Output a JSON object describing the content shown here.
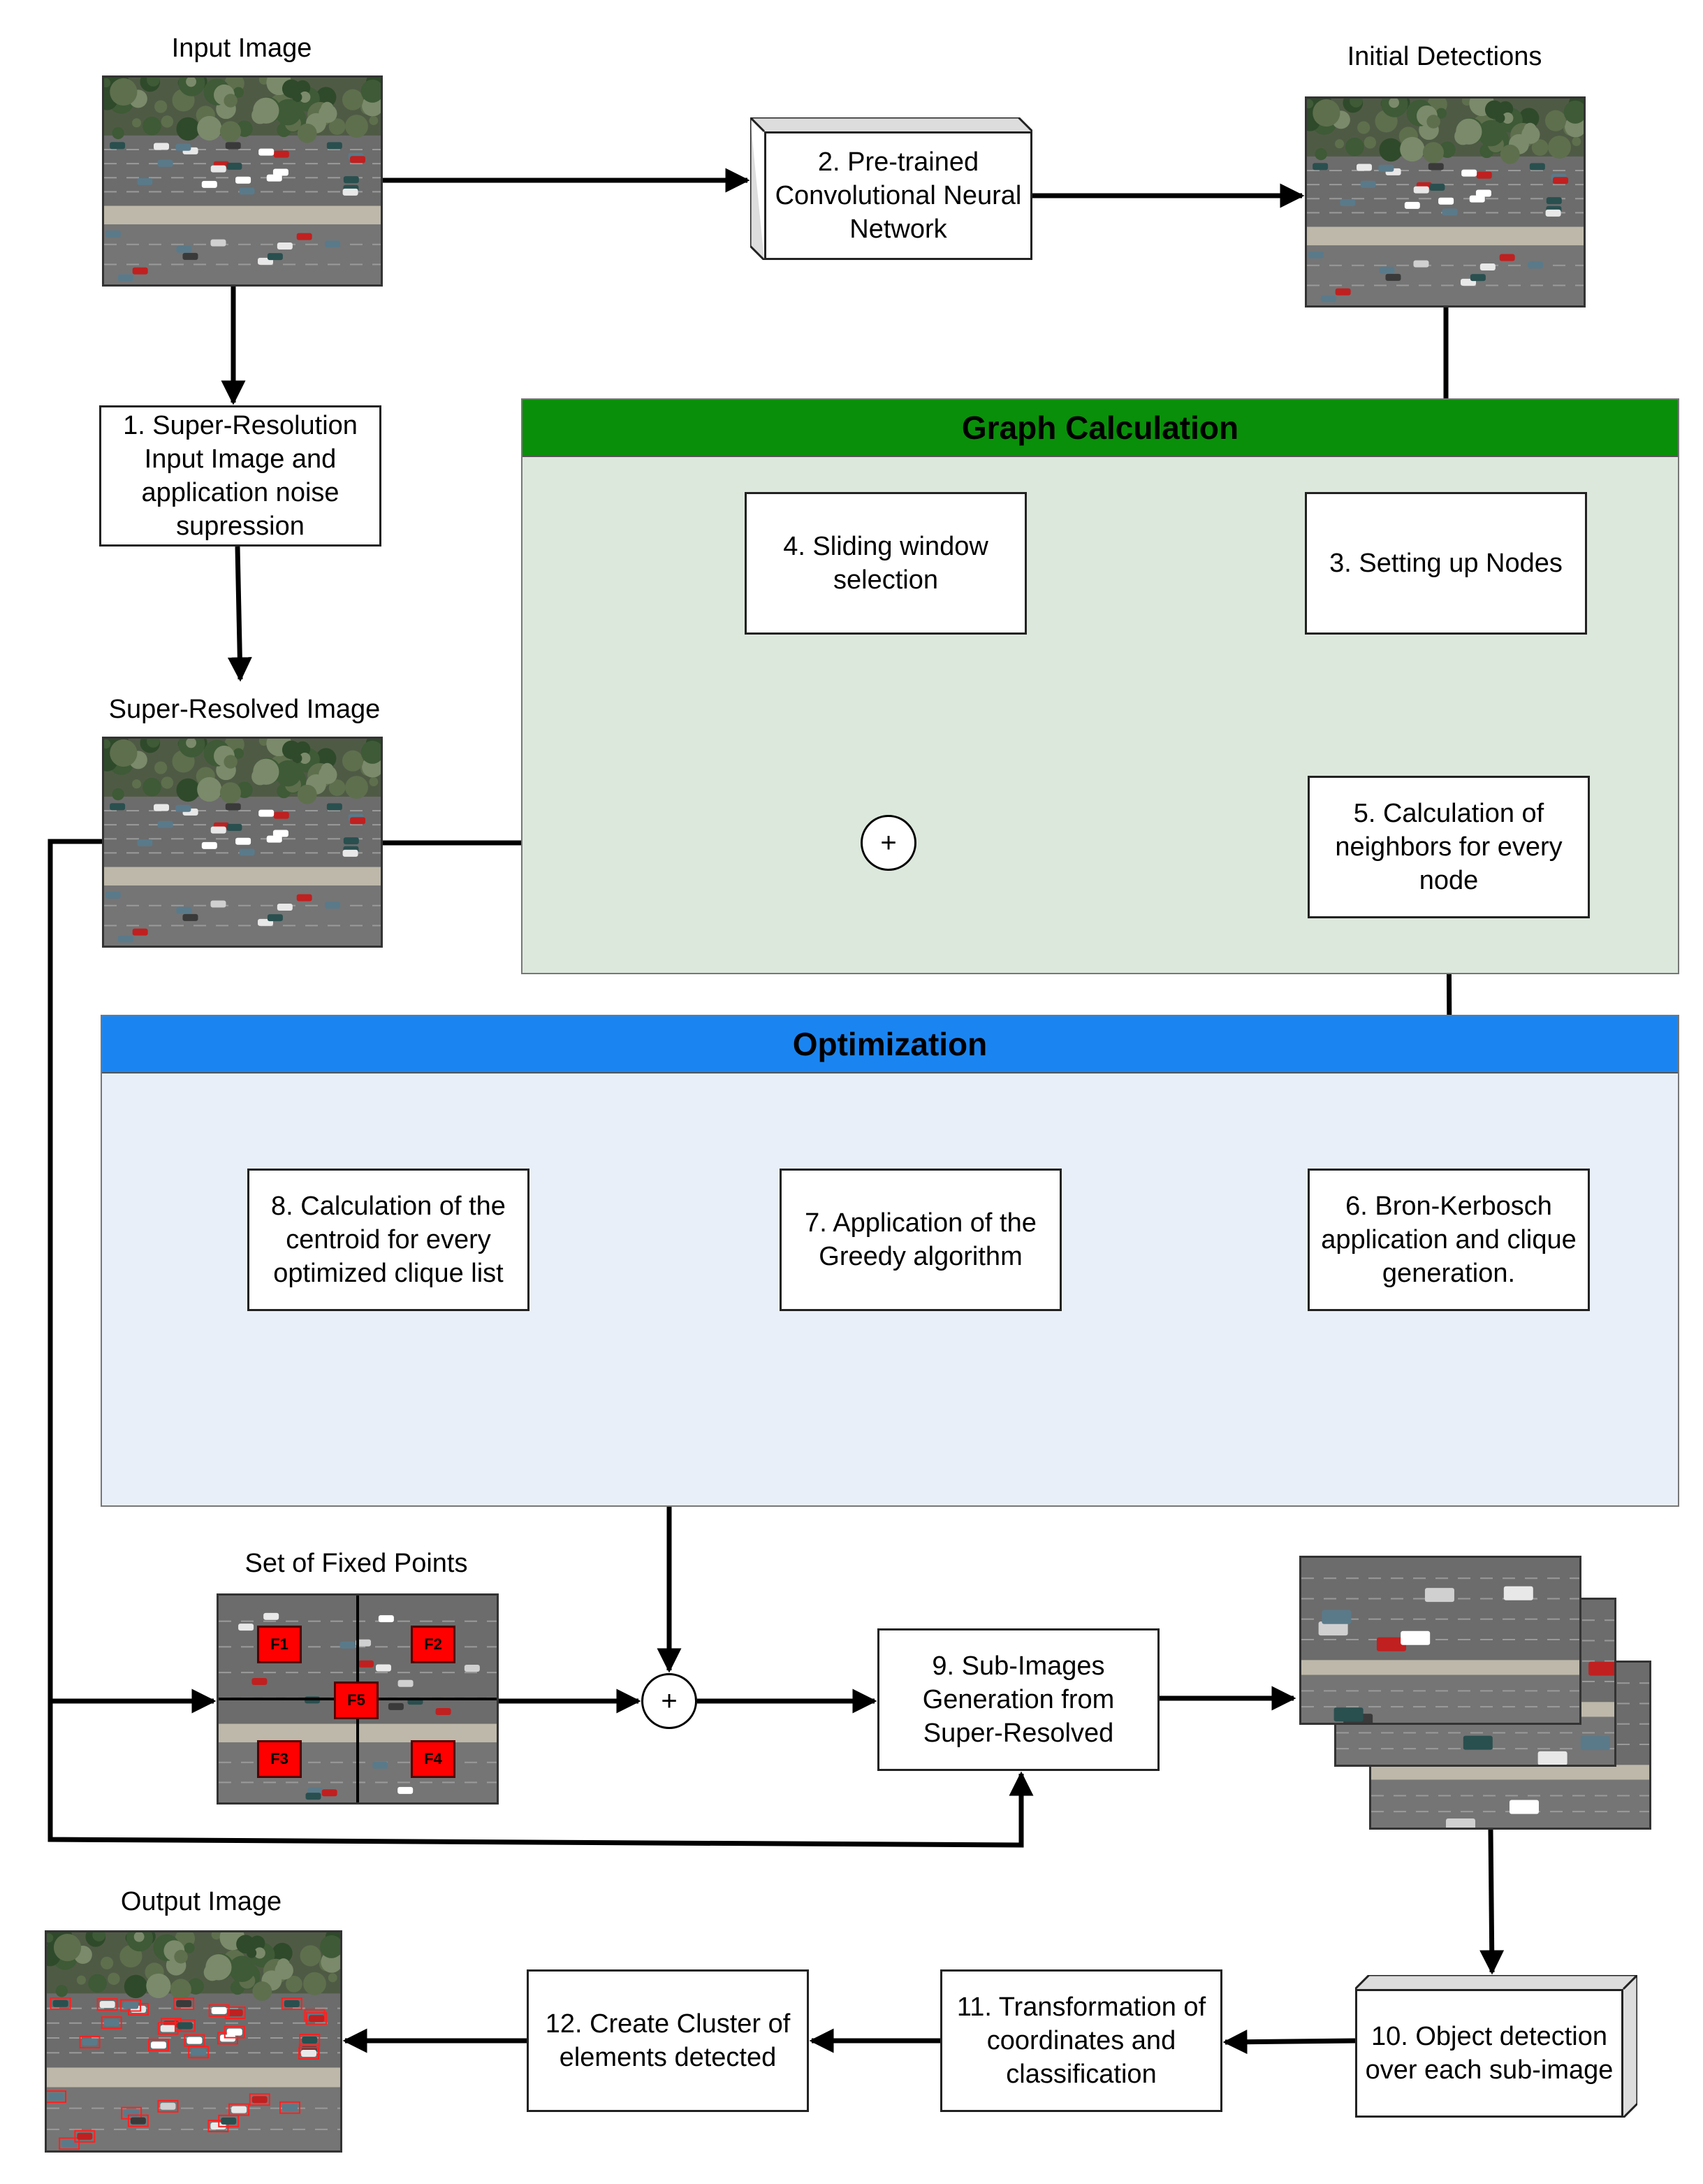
{
  "captions": {
    "input_image": "Input Image",
    "initial_detections": "Initial Detections",
    "super_resolved_image": "Super-Resolved Image",
    "set_of_fixed_points": "Set of Fixed Points",
    "output_image": "Output Image"
  },
  "panels": {
    "graph": {
      "title": "Graph Calculation",
      "header_color": "#0a8f0a",
      "body_color": "#dce8dc"
    },
    "optimization": {
      "title": "Optimization",
      "header_color": "#1a85f0",
      "body_color": "#e9eff9"
    }
  },
  "steps": {
    "s1": [
      "1. Super-Resolution",
      "Input Image and",
      "application noise",
      "supression"
    ],
    "s2": [
      "2. Pre-trained",
      "Convolutional Neural",
      "Network"
    ],
    "s3": [
      "3. Setting up Nodes"
    ],
    "s4": [
      "4. Sliding window",
      "selection"
    ],
    "s5": [
      "5. Calculation of",
      "neighbors for every",
      "node"
    ],
    "s6": [
      "6. Bron-Kerbosch",
      "application and clique",
      "generation."
    ],
    "s7": [
      "7. Application of the",
      "Greedy algorithm"
    ],
    "s8": [
      "8. Calculation of the",
      "centroid for every",
      "optimized clique list"
    ],
    "s9": [
      "9. Sub-Images",
      "Generation from",
      "Super-Resolved"
    ],
    "s10": [
      "10. Object detection",
      "over each sub-image"
    ],
    "s11": [
      "11. Transformation of",
      "coordinates and",
      "classification"
    ],
    "s12": [
      "12. Create Cluster of",
      "elements detected"
    ]
  },
  "junction_symbol": "+",
  "fixed_points": [
    "F1",
    "F2",
    "F3",
    "F4",
    "F5"
  ]
}
